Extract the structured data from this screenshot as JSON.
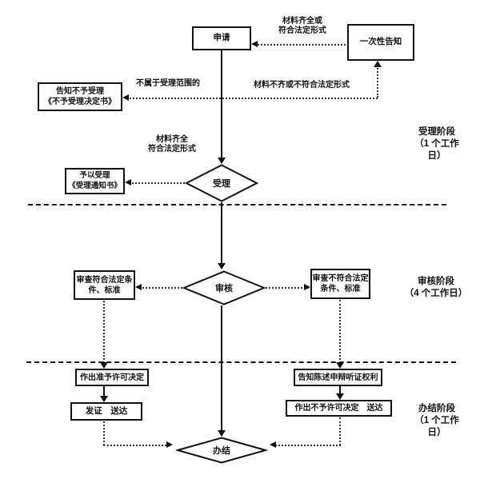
{
  "flowchart": {
    "nodes": {
      "apply": "申请",
      "one_time_notice": "一次性告知",
      "reject_notify_l1": "告知不予受理",
      "reject_notify_l2": "《不予受理决定书》",
      "accept_notify_l1": "予以受理",
      "accept_notify_l2": "《受理通知书》",
      "accept": "受理",
      "review": "审核",
      "review_pass_l1": "审查符合法定条",
      "review_pass_l2": "件、标准",
      "review_fail_l1": "审查不符合法定",
      "review_fail_l2": "条件、标准",
      "grant": "作出准予许可决定",
      "issue": "发证　送达",
      "inform": "告知陈述申辩听证权利",
      "deny": "作出不予许可决定　送达",
      "complete": "办结"
    },
    "edge_labels": {
      "complete_or_l1": "材料齐全或",
      "complete_or_l2": "符合法定形式",
      "not_in_scope": "不属于受理范围的",
      "incomplete": "材料不齐或不符合法定形式",
      "complete_l1": "材料齐全",
      "complete_l2": "符合法定形式"
    },
    "stages": {
      "accept_l1": "受理阶段",
      "accept_l2": "（1 个工作",
      "accept_l3": "日）",
      "review_l1": "审核阶段",
      "review_l2": "（4 个工作日）",
      "finish_l1": "办结阶段",
      "finish_l2": "（1 个工作",
      "finish_l3": "日）"
    },
    "colors": {
      "line": "#111111",
      "background": "#ffffff",
      "box_border": "#111111",
      "text": "#111111"
    }
  }
}
